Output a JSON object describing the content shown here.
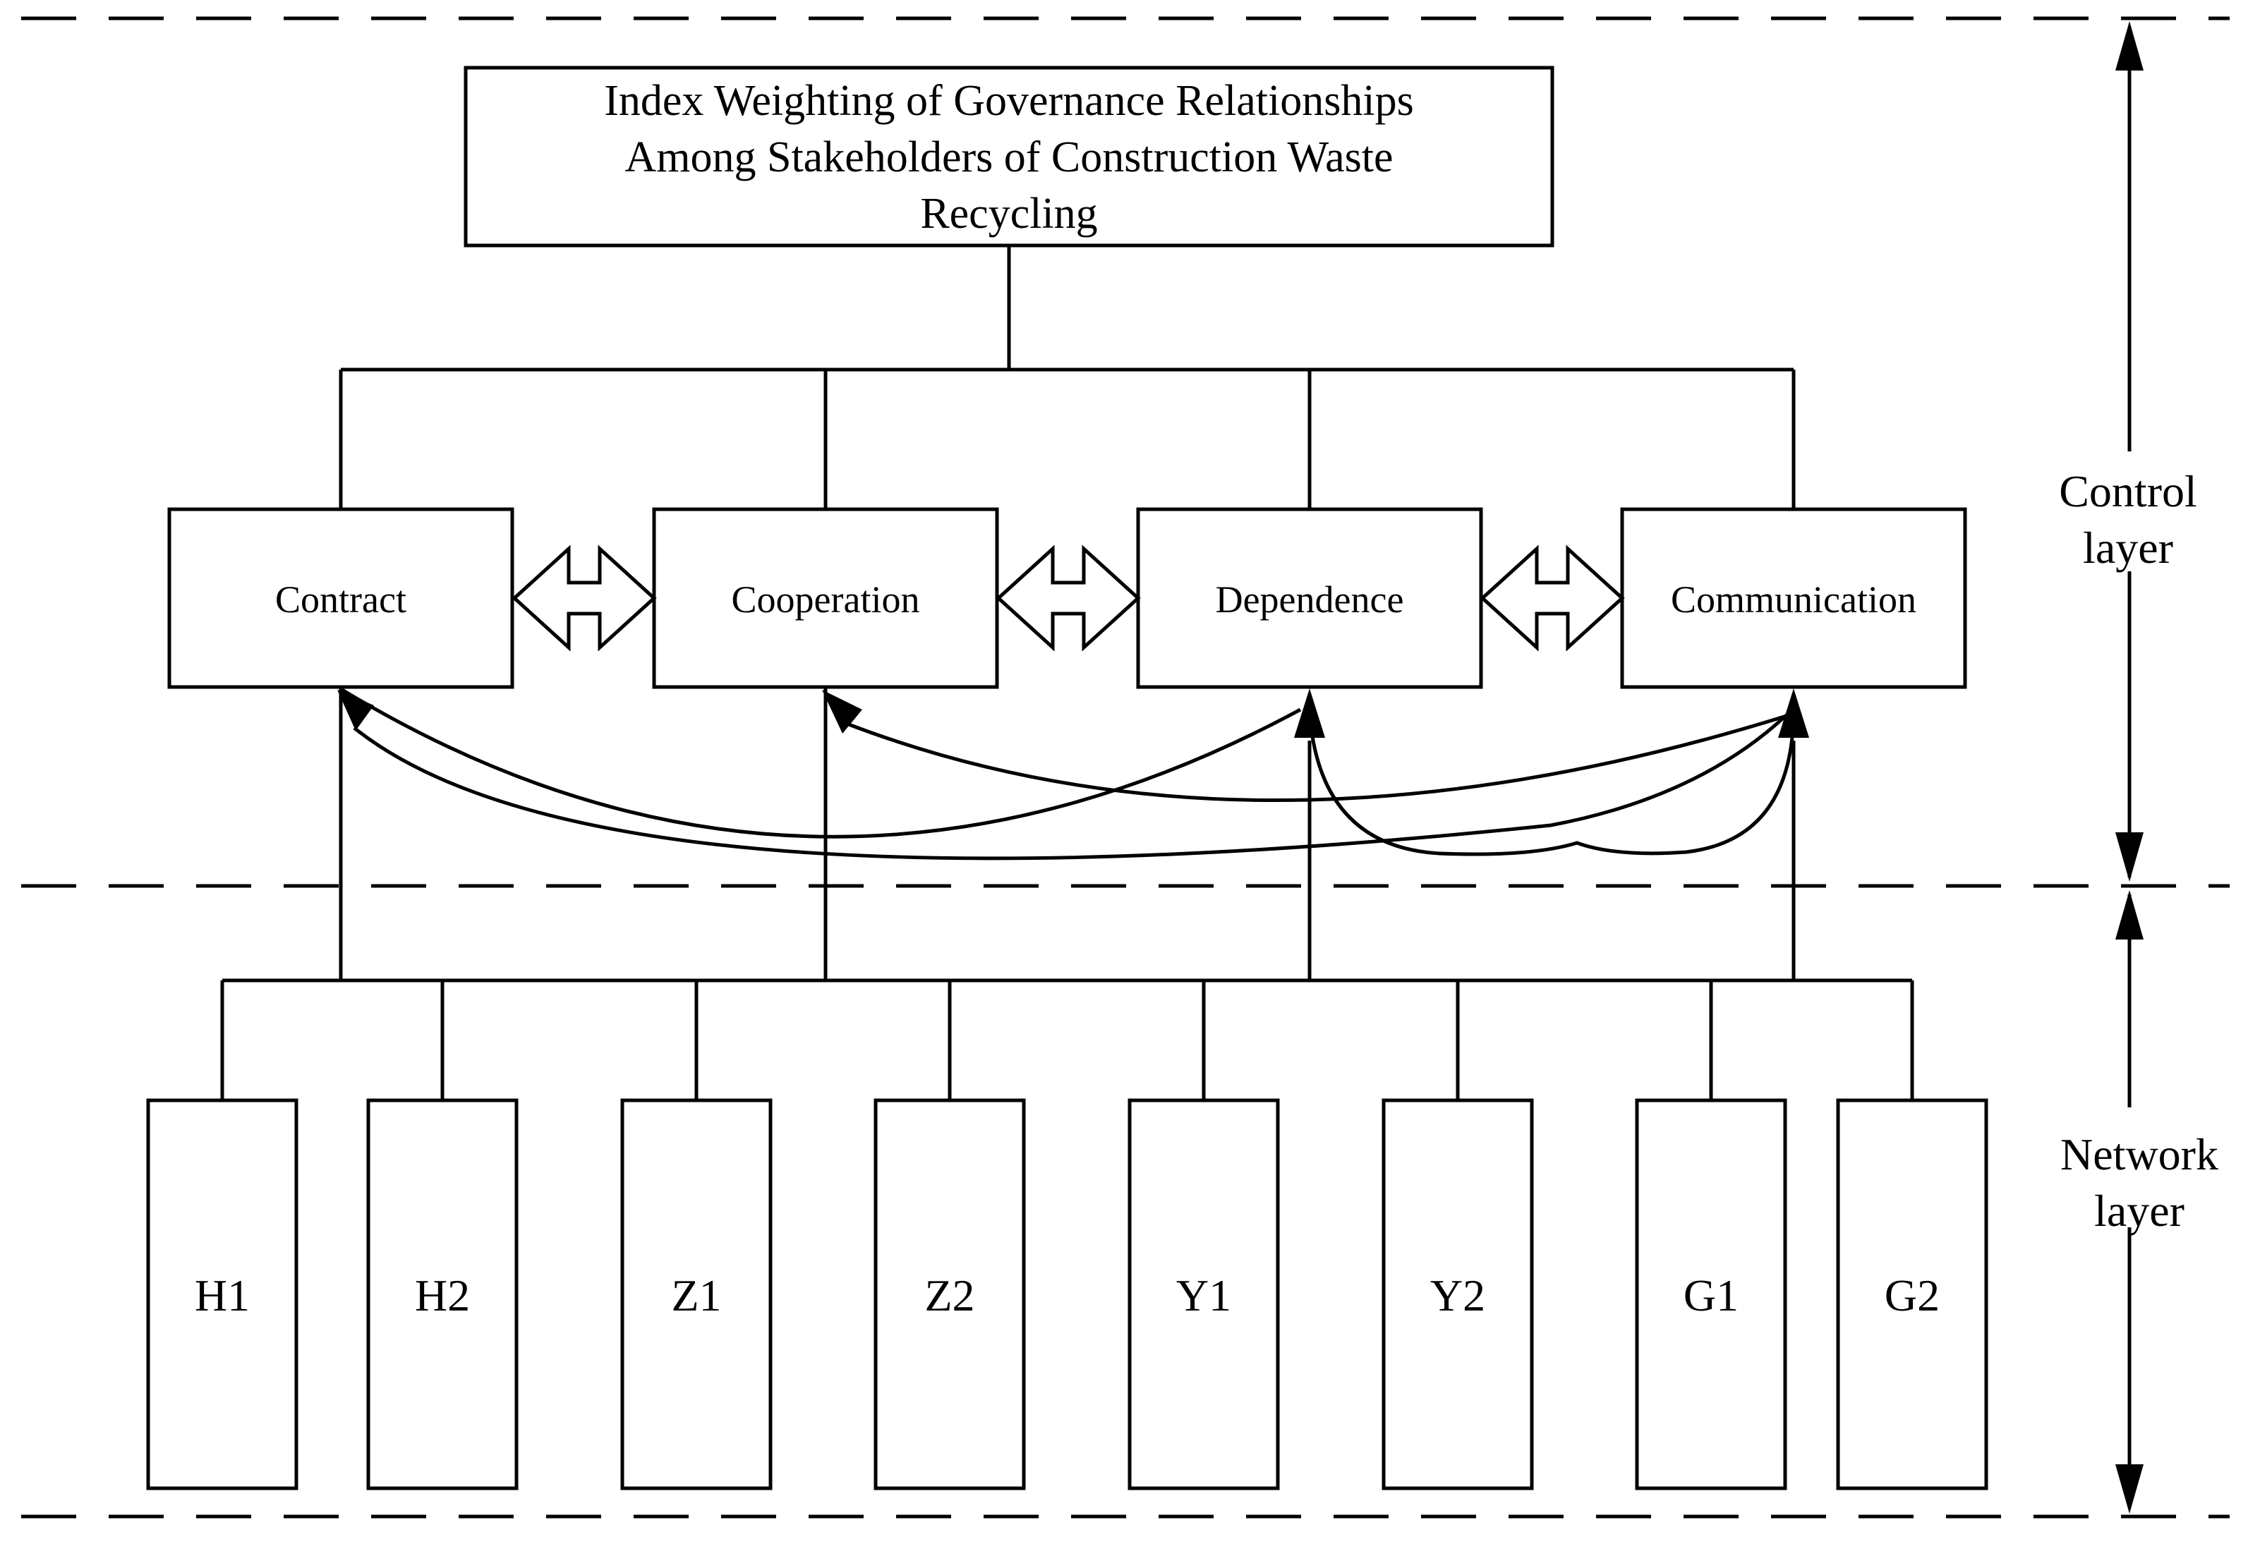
{
  "goal": {
    "lines": [
      "Index Weighting of Governance Relationships",
      "Among Stakeholders of Construction Waste",
      "Recycling"
    ]
  },
  "criteria": [
    {
      "id": "contract",
      "label": "Contract"
    },
    {
      "id": "cooperation",
      "label": "Cooperation"
    },
    {
      "id": "dependence",
      "label": "Dependence"
    },
    {
      "id": "communication",
      "label": "Communication"
    }
  ],
  "elements": [
    {
      "id": "h1",
      "label": "H1"
    },
    {
      "id": "h2",
      "label": "H2"
    },
    {
      "id": "z1",
      "label": "Z1"
    },
    {
      "id": "z2",
      "label": "Z2"
    },
    {
      "id": "y1",
      "label": "Y1"
    },
    {
      "id": "y2",
      "label": "Y2"
    },
    {
      "id": "g1",
      "label": "G1"
    },
    {
      "id": "g2",
      "label": "G2"
    }
  ],
  "layers": {
    "control": {
      "lines": [
        "Control",
        "layer"
      ]
    },
    "network": {
      "lines": [
        "Network",
        "layer"
      ]
    }
  },
  "colors": {
    "stroke": "#000000",
    "fill": "#ffffff"
  }
}
